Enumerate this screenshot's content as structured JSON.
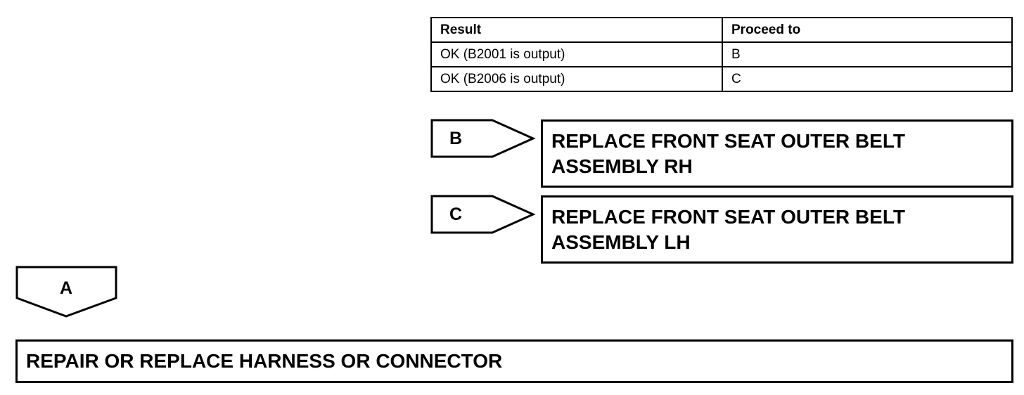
{
  "table": {
    "headers": [
      "Result",
      "Proceed to"
    ],
    "rows": [
      [
        "OK (B2001 is output)",
        "B"
      ],
      [
        "OK (B2006 is output)",
        "C"
      ]
    ]
  },
  "branches": [
    {
      "label": "B",
      "action_line1": "REPLACE FRONT SEAT OUTER BELT",
      "action_line2": "ASSEMBLY RH"
    },
    {
      "label": "C",
      "action_line1": "REPLACE FRONT SEAT OUTER BELT",
      "action_line2": "ASSEMBLY LH"
    }
  ],
  "down_branch": {
    "label": "A",
    "action": "REPAIR OR REPLACE HARNESS OR CONNECTOR"
  }
}
